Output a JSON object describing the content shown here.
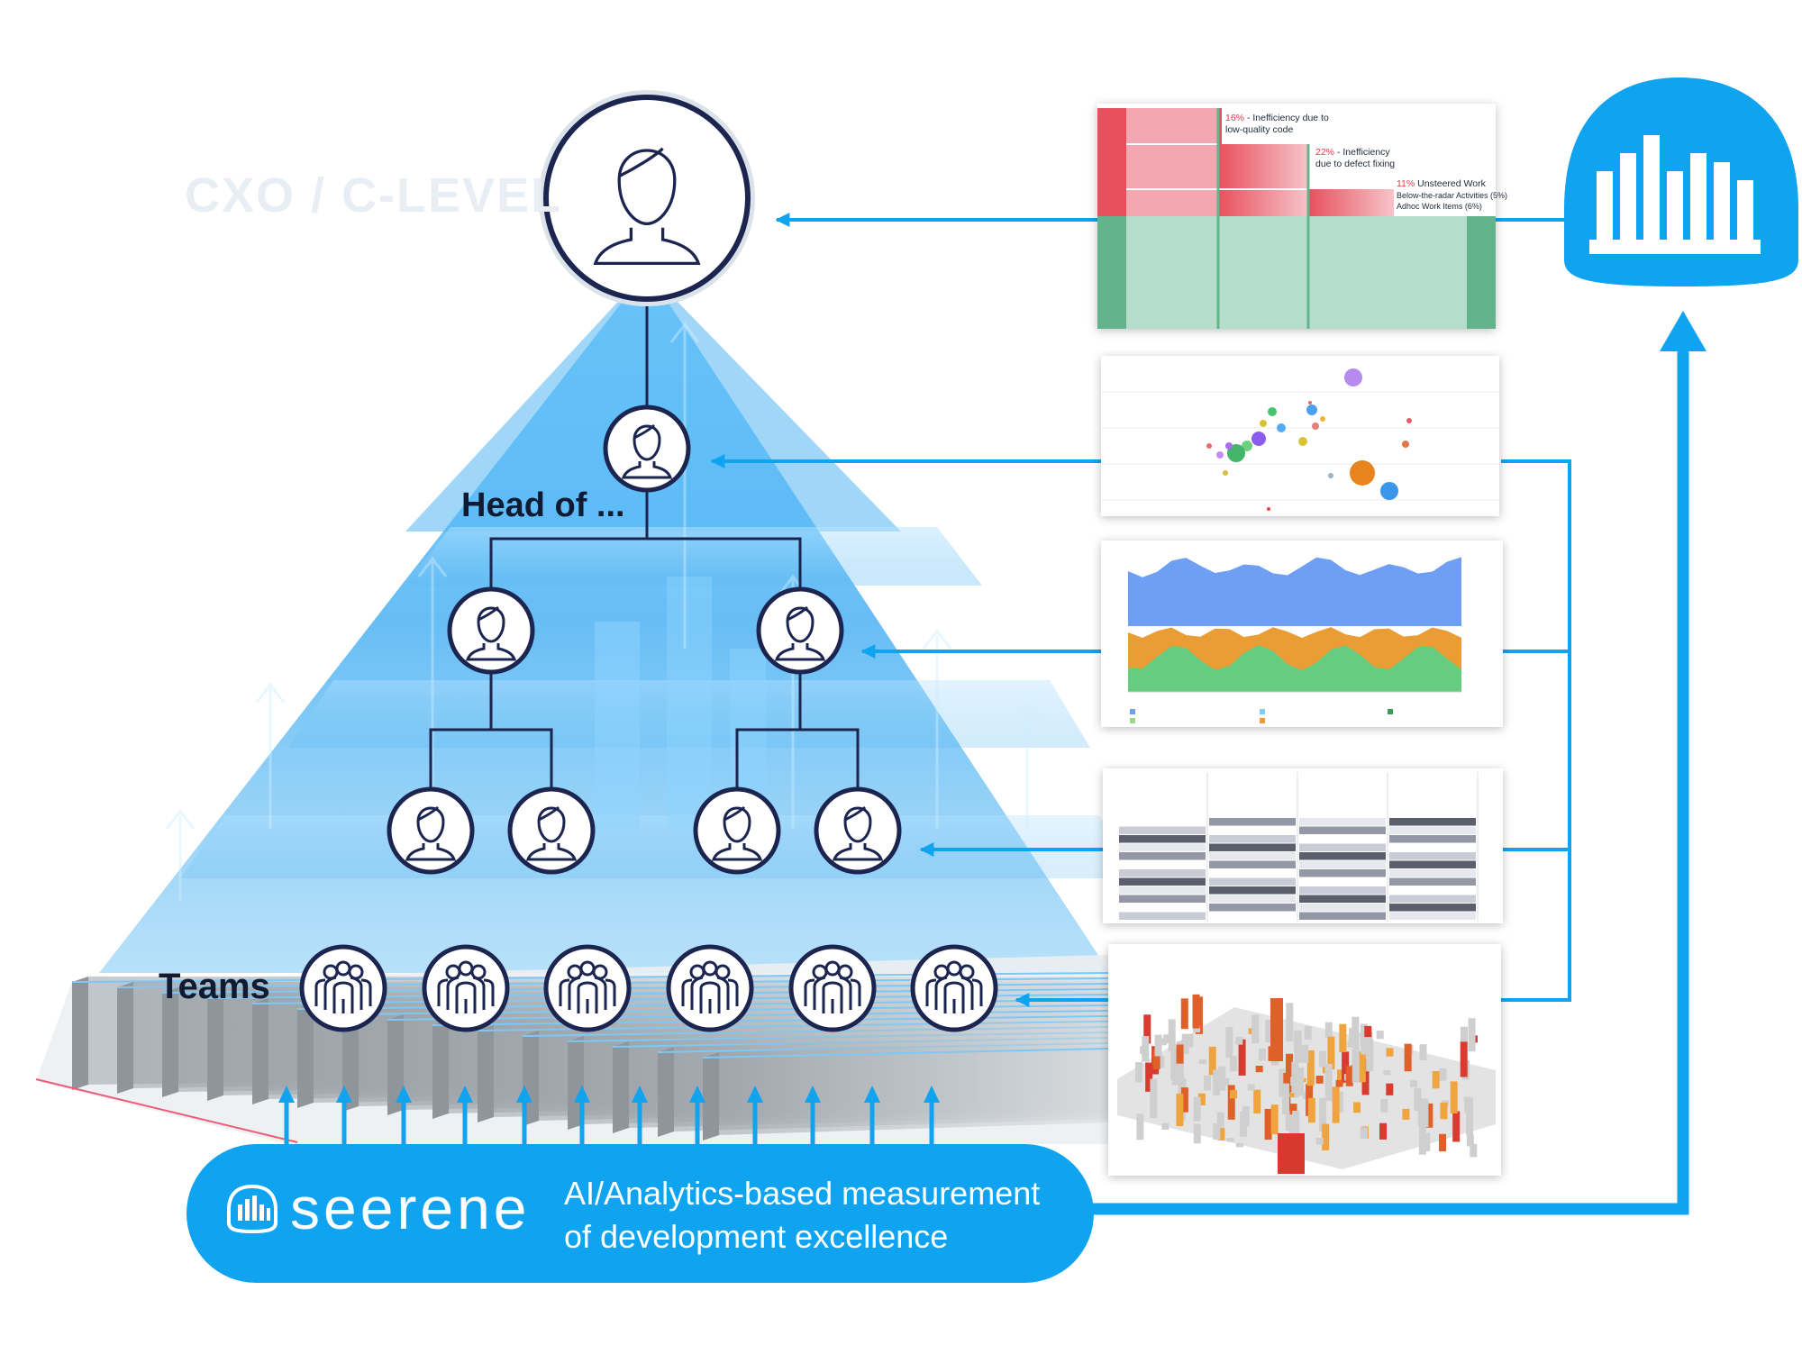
{
  "labels": {
    "cxo": "CXO / C-LEVEL",
    "head_of": "Head of ...",
    "teams": "Teams"
  },
  "brand": {
    "name": "seerene",
    "tagline_line1": "AI/Analytics-based measurement",
    "tagline_line2": "of development excellence"
  },
  "inefficiency_panel": {
    "item1_pct": "16%",
    "item1_text": " - Inefficiency due to",
    "item1_text2": "low-quality code",
    "item2_pct": "22%",
    "item2_text": " - Inefficiency",
    "item2_text2": "due to defect fixing",
    "item3_pct": "11%",
    "item3_text": " Unsteered Work",
    "item3_text2": "Below-the-radar Activities (5%)",
    "item3_text3": "Adhoc Work Items (6%)"
  },
  "icons": {
    "executive": "person-icon",
    "manager": "person-icon",
    "team": "team-group-icon",
    "brand": "bar-chart-dome-icon"
  },
  "colors": {
    "brand_blue": "#0fa3f0",
    "pyramid_blue": "#4fb4f2",
    "node_navy": "#1b2550",
    "red": "#e8505e",
    "green": "#6cbf9a"
  }
}
